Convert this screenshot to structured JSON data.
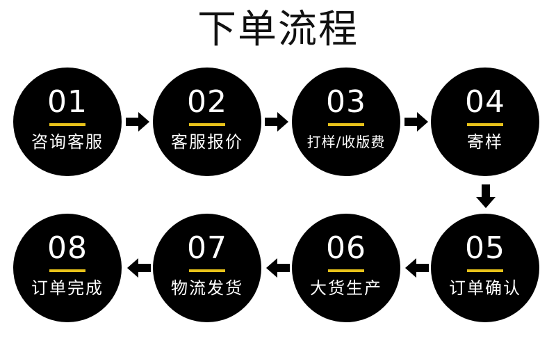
{
  "title": "下单流程",
  "accent_color": "#e8c21a",
  "steps": [
    {
      "num": "01",
      "label": "咨询客服"
    },
    {
      "num": "02",
      "label": "客服报价"
    },
    {
      "num": "03",
      "label": "打样/收版费"
    },
    {
      "num": "04",
      "label": "寄样"
    },
    {
      "num": "05",
      "label": "订单确认"
    },
    {
      "num": "06",
      "label": "大货生产"
    },
    {
      "num": "07",
      "label": "物流发货"
    },
    {
      "num": "08",
      "label": "订单完成"
    }
  ],
  "arrows": [
    {
      "from": "01",
      "to": "02",
      "direction": "right"
    },
    {
      "from": "02",
      "to": "03",
      "direction": "right"
    },
    {
      "from": "03",
      "to": "04",
      "direction": "right"
    },
    {
      "from": "04",
      "to": "05",
      "direction": "down"
    },
    {
      "from": "05",
      "to": "06",
      "direction": "left"
    },
    {
      "from": "06",
      "to": "07",
      "direction": "left"
    },
    {
      "from": "07",
      "to": "08",
      "direction": "left"
    }
  ]
}
